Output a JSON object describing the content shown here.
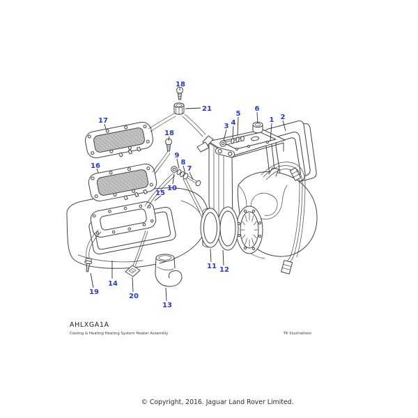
{
  "page": {
    "background_color": "#ffffff",
    "figure_code": "AHLXGA1A",
    "figure_description": "Cooling & Heating Heating System Heater Assembly",
    "illustrator_credit": "TK Illustrations",
    "copyright_notice": "© Copyright, 2016. Jaguar Land Rover Limited."
  },
  "diagram": {
    "kind": "exploded-parts-illustration",
    "subject": "Heater assembly",
    "callout_color": "#2438d0",
    "line_color": "#404040",
    "callouts": [
      {
        "label": "1"
      },
      {
        "label": "2"
      },
      {
        "label": "3"
      },
      {
        "label": "4"
      },
      {
        "label": "5"
      },
      {
        "label": "6"
      },
      {
        "label": "7"
      },
      {
        "label": "8"
      },
      {
        "label": "9"
      },
      {
        "label": "10"
      },
      {
        "label": "11"
      },
      {
        "label": "12"
      },
      {
        "label": "13"
      },
      {
        "label": "14"
      },
      {
        "label": "15"
      },
      {
        "label": "16"
      },
      {
        "label": "17"
      },
      {
        "label": "18"
      },
      {
        "label": "18"
      },
      {
        "label": "19"
      },
      {
        "label": "20"
      },
      {
        "label": "21"
      }
    ]
  }
}
